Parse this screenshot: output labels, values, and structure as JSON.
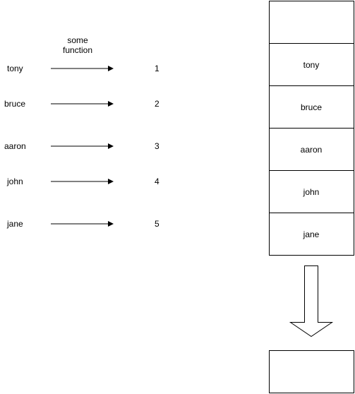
{
  "function_label": {
    "line1": "some",
    "line2": "function"
  },
  "mappings": [
    {
      "name": "tony",
      "index": "1"
    },
    {
      "name": "bruce",
      "index": "2"
    },
    {
      "name": "aaron",
      "index": "3"
    },
    {
      "name": "john",
      "index": "4"
    },
    {
      "name": "jane",
      "index": "5"
    }
  ],
  "table": {
    "cells": [
      "",
      "tony",
      "bruce",
      "aaron",
      "john",
      "jane"
    ]
  },
  "colors": {
    "stroke": "#000000",
    "background": "#ffffff"
  }
}
